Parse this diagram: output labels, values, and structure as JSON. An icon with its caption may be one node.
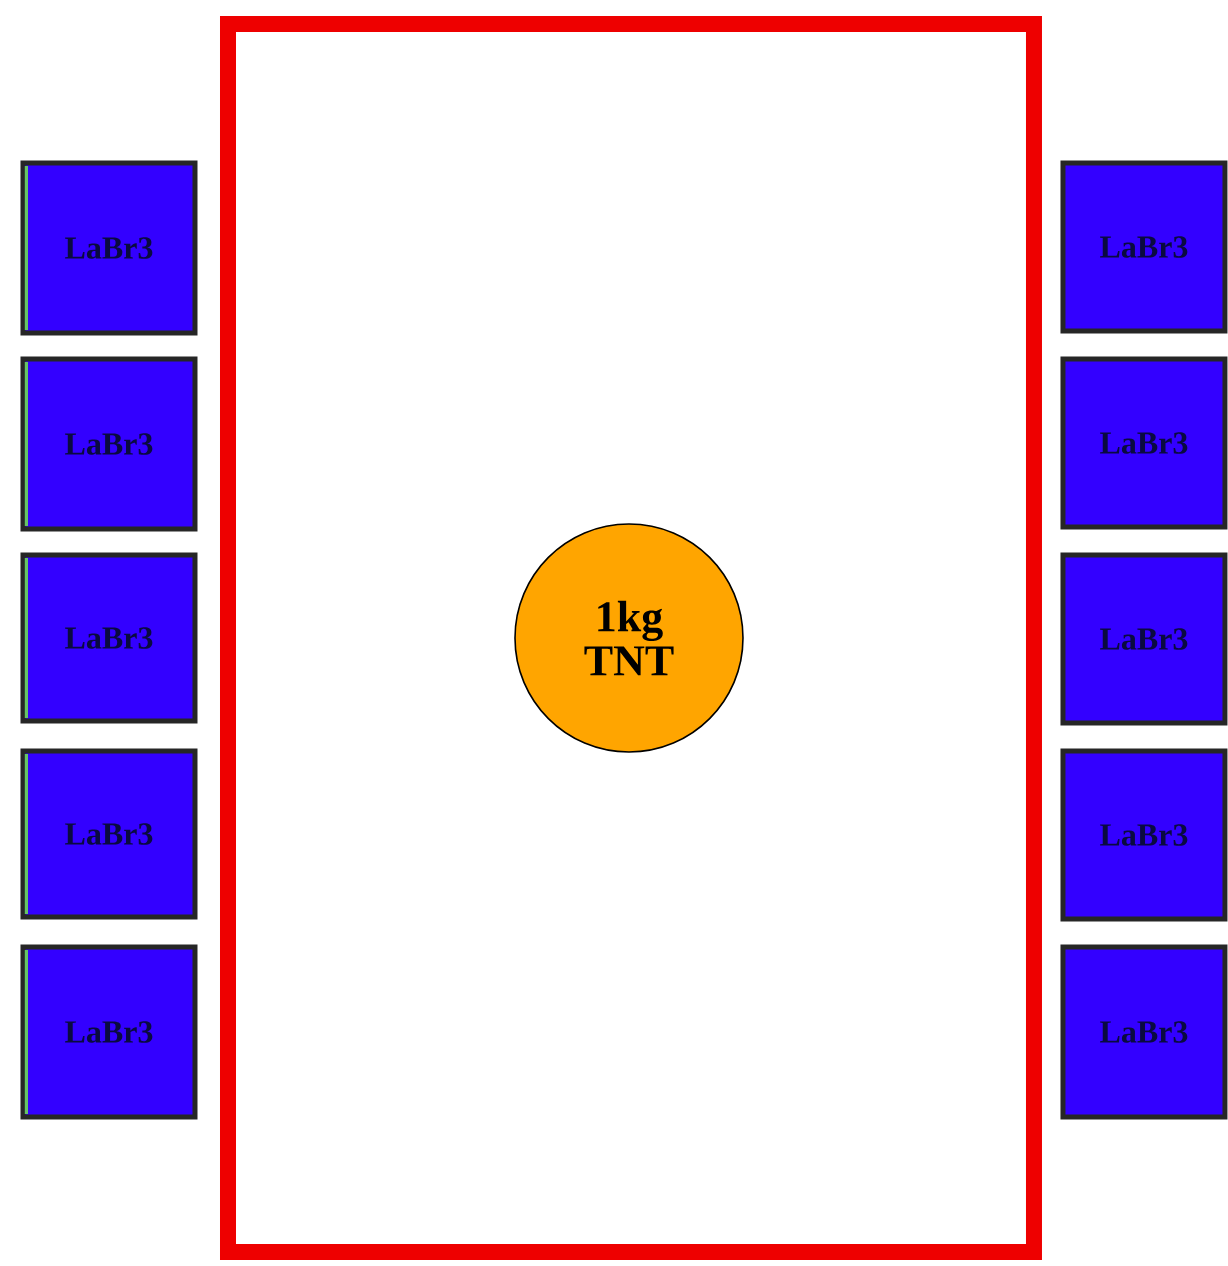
{
  "diagram": {
    "nodes": [
      {
        "text": [
          "LaBr3"
        ]
      },
      {
        "text": [
          "LaBr3"
        ]
      },
      {
        "text": [
          "LaBr3"
        ]
      },
      {
        "text": [
          "LaBr3"
        ]
      },
      {
        "text": [
          "LaBr3"
        ]
      },
      {
        "text": [],
        "shape": "box"
      },
      {
        "text": [
          "1kg TNT"
        ],
        "in": 5
      },
      {
        "text": [
          "LaBr3"
        ]
      },
      {
        "text": [
          "LaBr3"
        ]
      },
      {
        "text": [
          "LaBr3"
        ]
      },
      {
        "text": [
          "LaBr3"
        ]
      },
      {
        "text": [
          "LaBr3"
        ]
      }
    ]
  }
}
